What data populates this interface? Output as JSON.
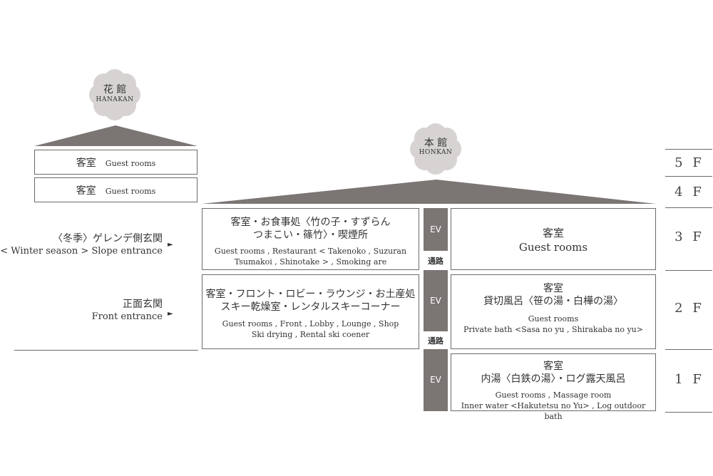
{
  "hanakan": {
    "name_ja": "花 館",
    "name_en": "HANAKAN"
  },
  "honkan": {
    "name_ja": "本 館",
    "name_en": "HONKAN"
  },
  "floors": [
    "5 F",
    "4 F",
    "3 F",
    "2 F",
    "1 F"
  ],
  "hanakan_rooms": [
    {
      "ja": "客室",
      "en": "Guest rooms"
    },
    {
      "ja": "客室",
      "en": "Guest rooms"
    }
  ],
  "entrances": {
    "winter": {
      "ja": "〈冬季〉ゲレンデ側玄関",
      "en": "< Winter season > Slope entrance"
    },
    "front": {
      "ja": "正面玄関",
      "en": "Front entrance"
    }
  },
  "f3_left": {
    "ja1": "客室・お食事処〈竹の子・すずらん",
    "ja2": "つまこい・篠竹〉・喫煙所",
    "en1": "Guest rooms , Restaurant < Takenoko , Suzuran",
    "en2": "Tsumakoi , Shinotake > , Smoking are"
  },
  "f3_right": {
    "ja": "客室",
    "en": "Guest rooms"
  },
  "f2_left": {
    "ja1": "客室・フロント・ロビー・ラウンジ・お土産処",
    "ja2": "スキー乾燥室・レンタルスキーコーナー",
    "en1": "Guest rooms , Front , Lobby , Lounge , Shop",
    "en2": "Ski drying , Rental ski coener"
  },
  "f2_right": {
    "ja1": "客室",
    "ja2": "貸切風呂〈笹の湯・白樺の湯〉",
    "en1": "Guest rooms",
    "en2": "Private bath <Sasa no yu , Shirakaba no yu>"
  },
  "f1_right": {
    "ja1": "客室",
    "ja2": "内湯〈白鉄の湯〉・ログ露天風呂",
    "en1": "Guest rooms , Massage room",
    "en2": "Inner water <Hakutetsu no Yu> , Log outdoor bath"
  },
  "ev_label": "EV",
  "corridor_label": "通路",
  "colors": {
    "structure": "#7b7574",
    "badge": "#d6d3d2",
    "line": "#6f6a69"
  }
}
